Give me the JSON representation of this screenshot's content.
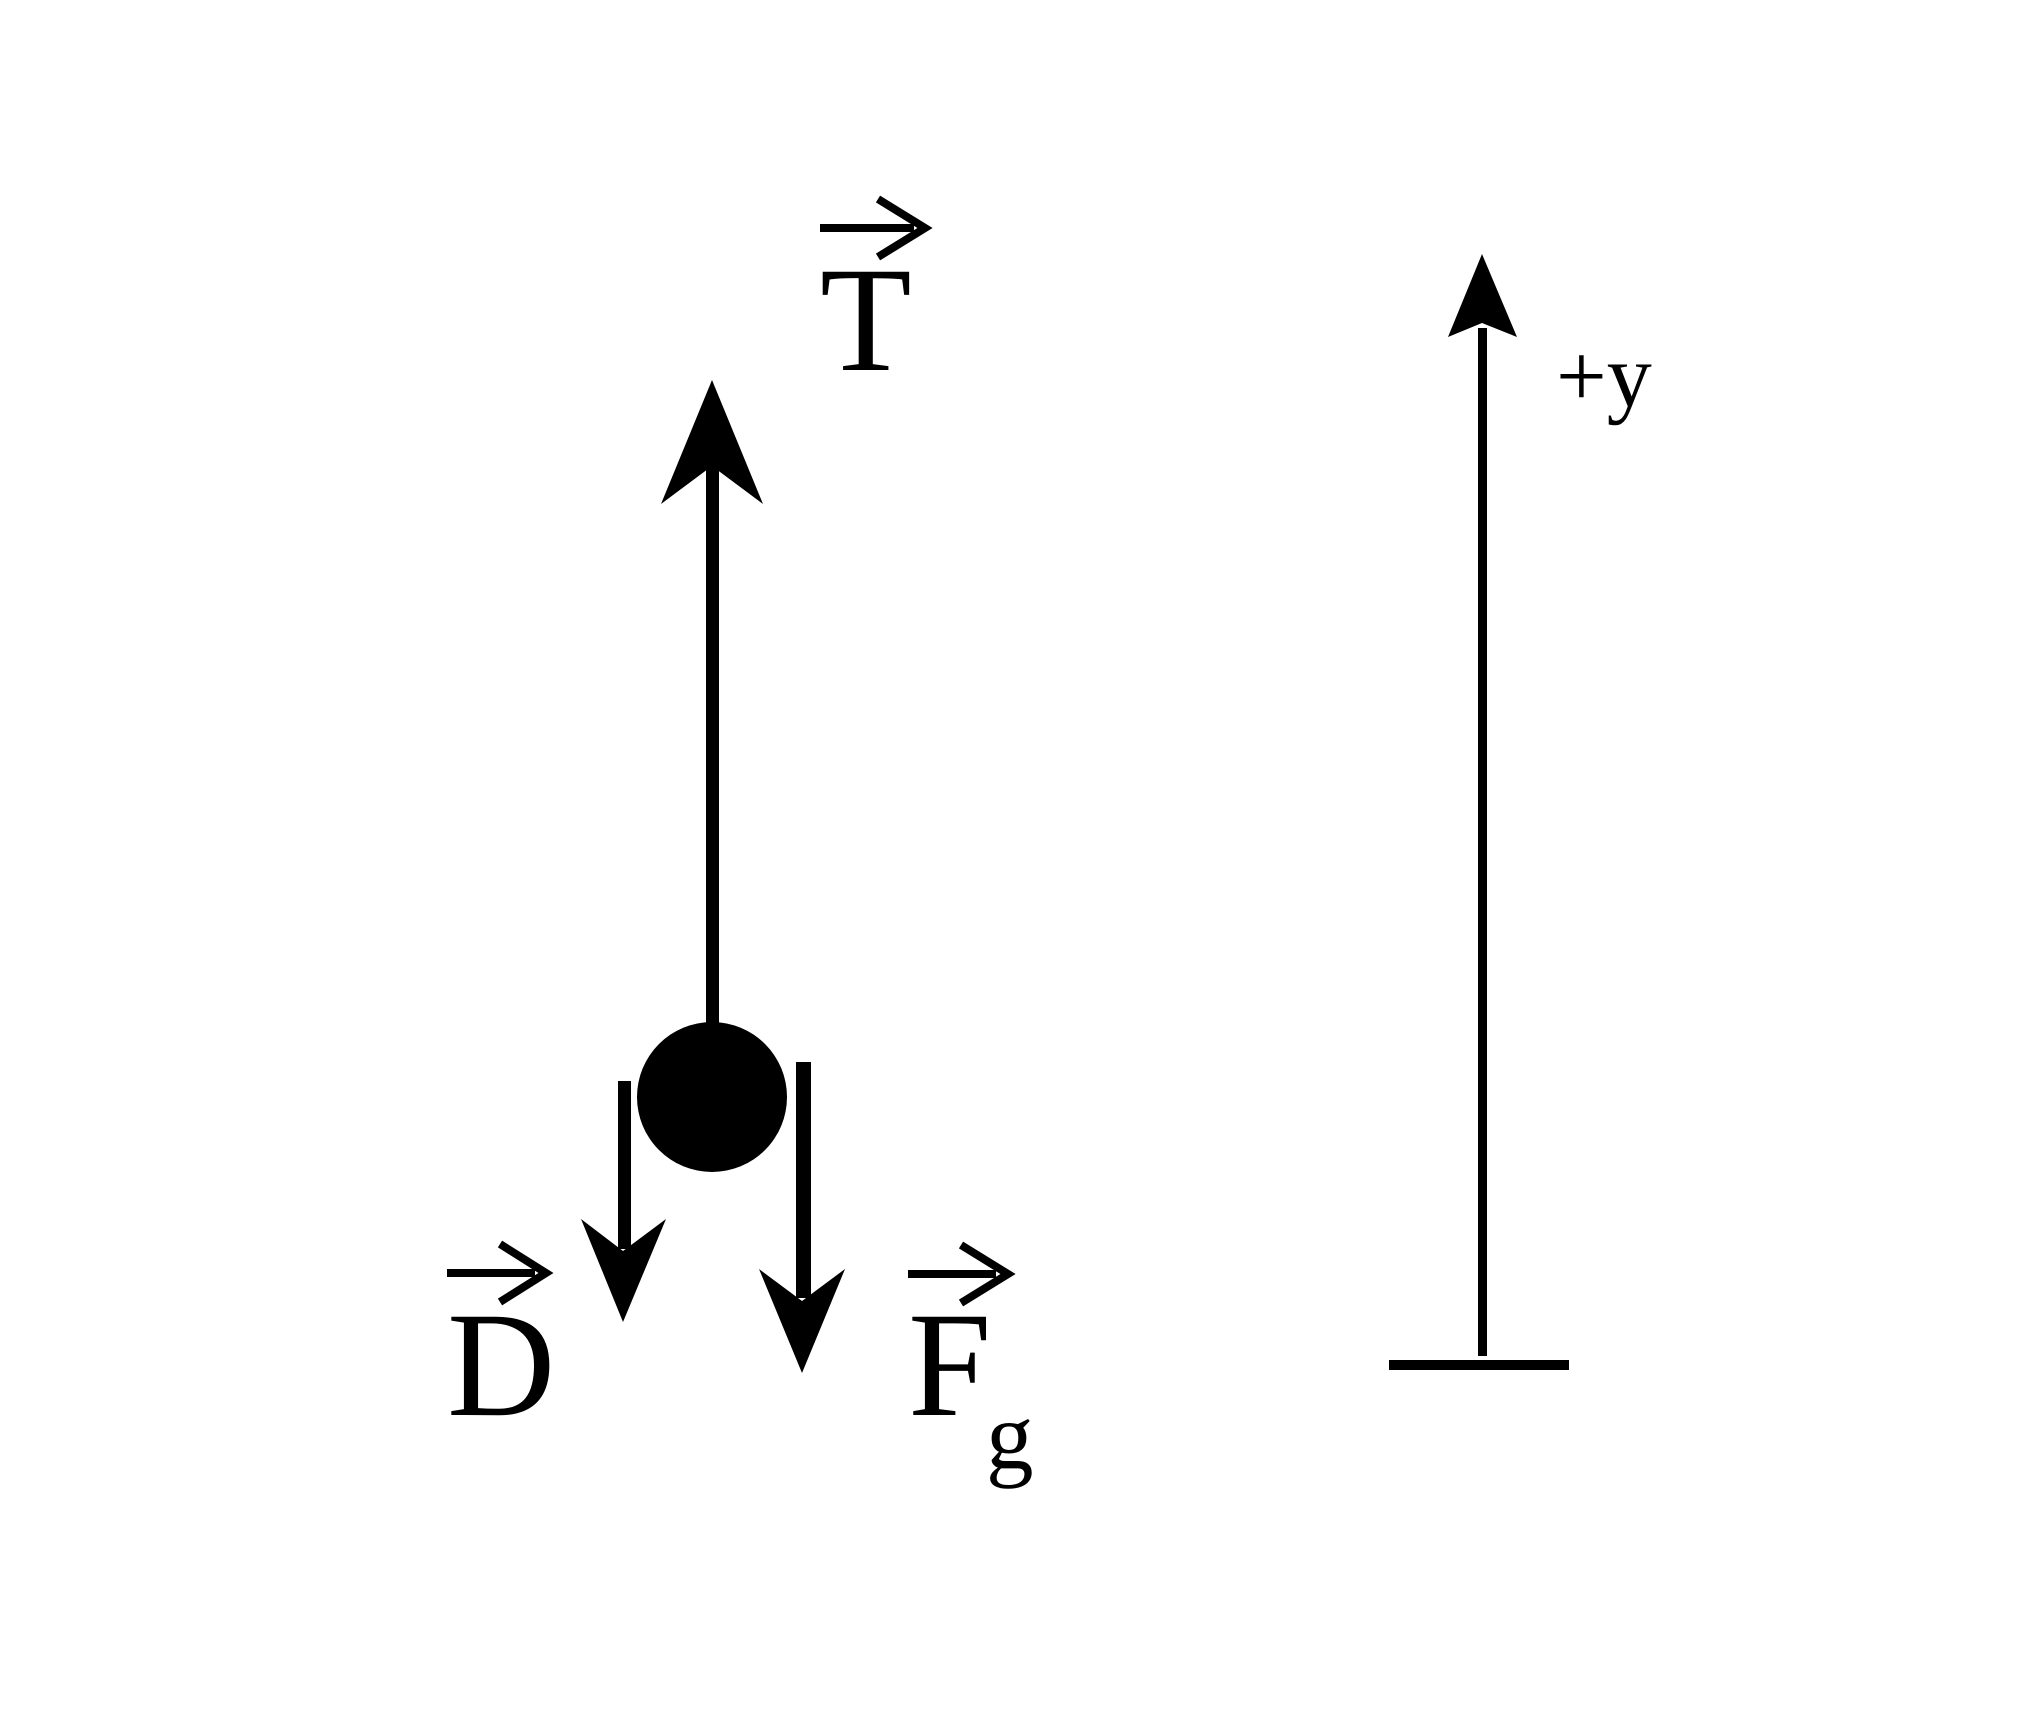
{
  "figure": {
    "type": "free-body-diagram",
    "background_color": "#ffffff",
    "ink_color": "#000000",
    "object": {
      "shape": "filled-circle",
      "description": "point mass"
    },
    "forces": [
      {
        "id": "tension",
        "label": "T",
        "vector_notation": true,
        "direction": "up"
      },
      {
        "id": "drag",
        "label": "D",
        "vector_notation": true,
        "direction": "down"
      },
      {
        "id": "gravity",
        "label": "F",
        "subscript": "g",
        "vector_notation": true,
        "direction": "down"
      }
    ],
    "axis": {
      "label": "+y",
      "direction": "up"
    }
  }
}
